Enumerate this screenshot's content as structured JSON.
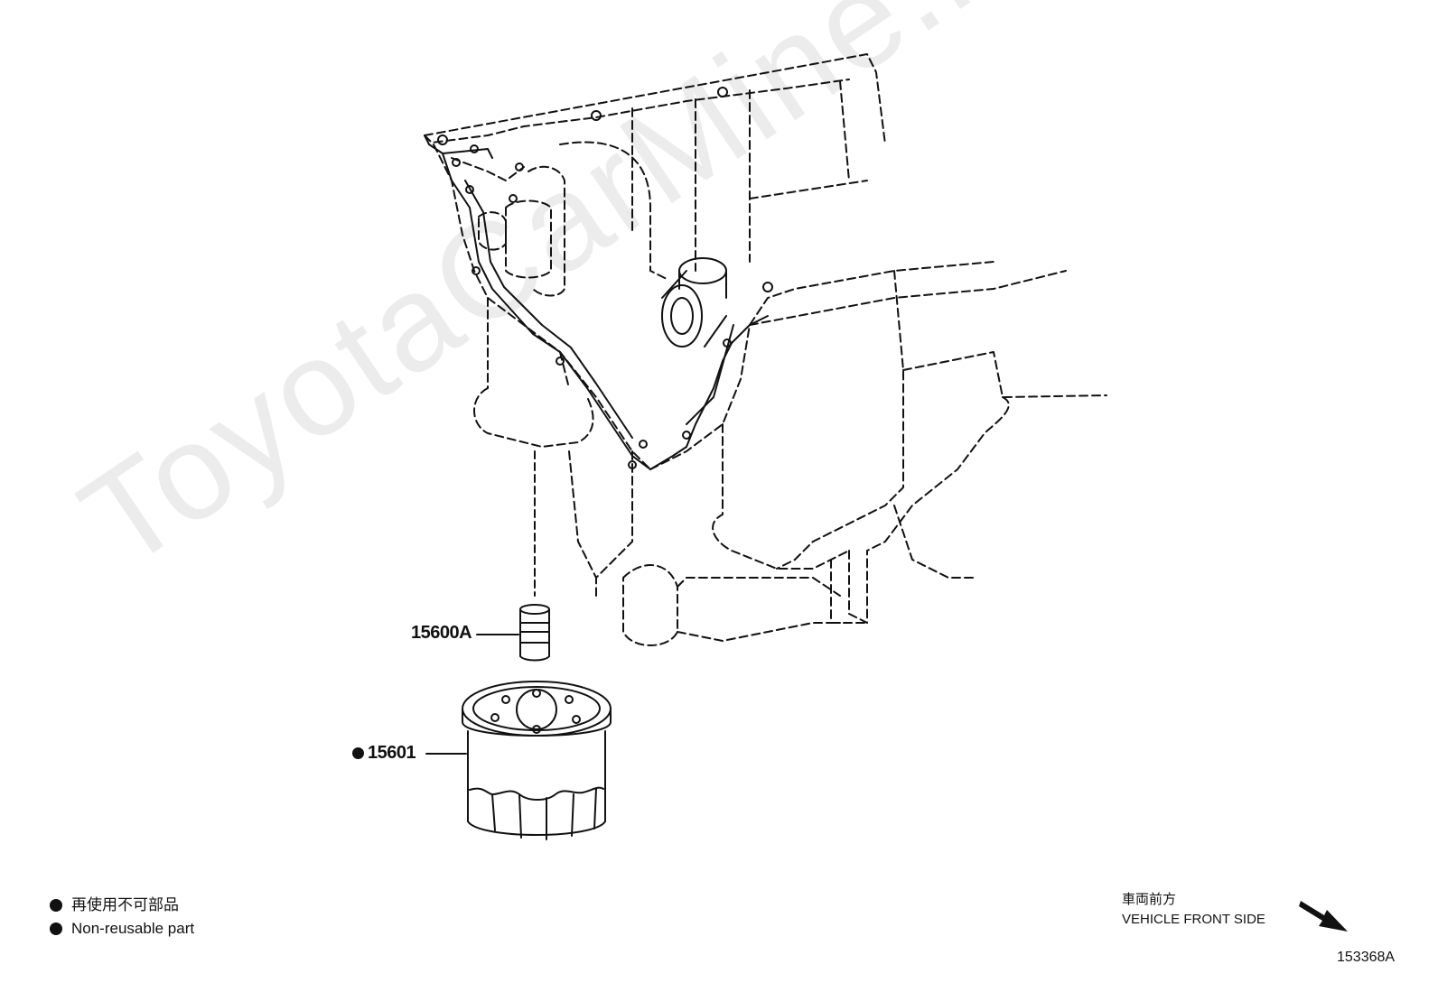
{
  "watermark": "ToyotaCarMine.ru",
  "callouts": [
    {
      "id": "oil-filter-union",
      "label": "15600A",
      "non_reusable": false
    },
    {
      "id": "oil-filter",
      "label": "15601",
      "non_reusable": true
    }
  ],
  "legend": {
    "japanese": "再使用不可部品",
    "english": "Non-reusable part",
    "marker_icon": "filled-circle-icon"
  },
  "orientation": {
    "japanese": "車両前方",
    "english": "VEHICLE FRONT SIDE",
    "arrow_icon": "arrow-down-right-icon"
  },
  "diagram_id": "153368A",
  "colors": {
    "ink": "#111111",
    "watermark": "#ececec",
    "background": "#ffffff"
  }
}
